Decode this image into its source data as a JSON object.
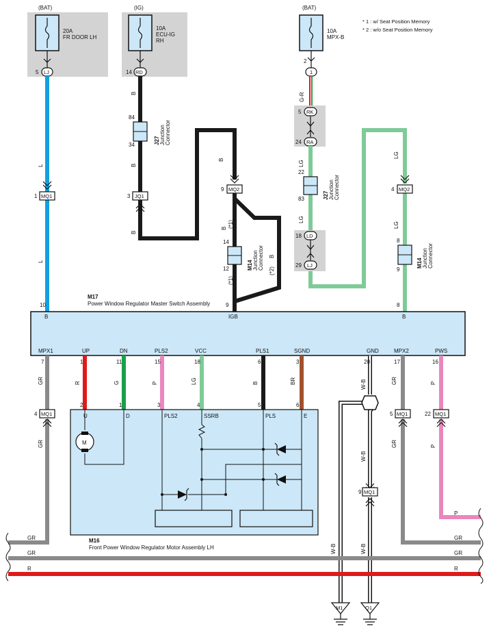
{
  "notes": [
    "* 1 : w/ Seat Position Memory",
    "* 2 : w/o Seat Position Memory"
  ],
  "fuses": [
    {
      "source": "(BAT)",
      "rating": "20A",
      "name": "FR DOOR LH",
      "pin": "5",
      "connector": "LJ"
    },
    {
      "source": "(IG)",
      "rating": "10A",
      "name": "ECU-IG RH",
      "name2": "RH",
      "name1": "ECU-IG",
      "pin": "14",
      "connector": "RD"
    },
    {
      "source": "(BAT)",
      "rating": "10A",
      "name": "MPX-B",
      "pin": "2",
      "connector": "1"
    }
  ],
  "junctions": {
    "j27_top": {
      "id": "J27",
      "desc": "Junction",
      "desc2": "Connector",
      "pin_top": "84",
      "pin_bottom": "34"
    },
    "m14_mid": {
      "id": "M14",
      "desc": "Junction",
      "desc2": "Connector",
      "pin_top": "14",
      "pin_bottom": "12"
    },
    "j27_right": {
      "id": "J27",
      "desc": "Junction",
      "desc2": "Connector",
      "pin_top": "22",
      "pin_bottom": "83"
    },
    "m14_right": {
      "id": "M14",
      "desc": "Junction",
      "desc2": "Connector",
      "pin_top": "8",
      "pin_bottom": "9"
    }
  },
  "connectors": {
    "mq1_left": {
      "pin": "1",
      "label": "MQ1"
    },
    "jq1": {
      "pin": "3",
      "label": "JQ1"
    },
    "mq2_mid": {
      "pin": "9",
      "label": "MQ2"
    },
    "rk": {
      "pin": "5",
      "label": "RK"
    },
    "ra": {
      "pin": "24",
      "label": "RA"
    },
    "ld": {
      "pin": "18",
      "label": "LD"
    },
    "lj": {
      "pin": "29",
      "label": "LJ"
    },
    "mq2_right": {
      "pin": "4",
      "label": "MQ2"
    },
    "mq1_gr": {
      "pin": "4",
      "label": "MQ1"
    },
    "mq1_mpx2": {
      "pin": "5",
      "label": "MQ1"
    },
    "mq1_pws": {
      "pin": "22",
      "label": "MQ1"
    },
    "mq1_gnd": {
      "pin": "9",
      "label": "MQ1"
    }
  },
  "wire_colors": {
    "l_top": "L",
    "l_mid": "L",
    "b1": "B",
    "b2": "B",
    "b3": "B",
    "b_mid1": "B",
    "b_mid2": "B",
    "b_star2": "B",
    "star1a": "(*1)",
    "star1b": "(*1)",
    "star2": "(*2)",
    "gr": "G-R",
    "lg1": "LG",
    "lg2": "LG",
    "lg3": "LG",
    "lg4": "LG"
  },
  "master_switch": {
    "id": "M17",
    "name": "Power Window Regulator Master Switch Assembly",
    "top_pins": [
      {
        "num": "10",
        "name": "B"
      },
      {
        "num": "9",
        "name": "IGB"
      },
      {
        "num": "8",
        "name": "B"
      }
    ],
    "bottom_pins": [
      {
        "num": "7",
        "name": "MPX1",
        "wire": "GR"
      },
      {
        "num": "1",
        "name": "UP",
        "wire": "R"
      },
      {
        "num": "11",
        "name": "DN",
        "wire": "G"
      },
      {
        "num": "15",
        "name": "PLS2",
        "wire": "P"
      },
      {
        "num": "18",
        "name": "VCC",
        "wire": "LG"
      },
      {
        "num": "6",
        "name": "PLS1",
        "wire": "B"
      },
      {
        "num": "3",
        "name": "SGND",
        "wire": "BR"
      },
      {
        "num": "20",
        "name": "GND",
        "wire": "W-B"
      },
      {
        "num": "17",
        "name": "MPX2",
        "wire": "GR"
      },
      {
        "num": "16",
        "name": "PWS",
        "wire": "P"
      }
    ]
  },
  "motor": {
    "id": "M16",
    "name": "Front Power Window Regulator Motor Assembly LH",
    "pins": [
      {
        "num": "2",
        "name": "U"
      },
      {
        "num": "1",
        "name": "D"
      },
      {
        "num": "3",
        "name": "PLS2"
      },
      {
        "num": "4",
        "name": "SSRB"
      },
      {
        "num": "5",
        "name": "PLS"
      },
      {
        "num": "6",
        "name": "E"
      }
    ],
    "motor_symbol": "M"
  },
  "lower_wires": {
    "gr_mpx1": "GR",
    "gr_mpx2": "GR",
    "p_pws": "P",
    "wb_gnd": "W-B",
    "wb_left": "W-B",
    "wb_right": "W-B"
  },
  "bus": [
    {
      "label": "GR",
      "label_right": "GR"
    },
    {
      "label": "GR",
      "label_right": "GR"
    },
    {
      "label": "R",
      "label_right": "R"
    }
  ],
  "grounds": [
    "M1",
    "Q1"
  ],
  "colors": {
    "blue": "#12a0e0",
    "black": "#1a1a1a",
    "lightgreen": "#7ecb97",
    "gray": "#8a8a8a",
    "red": "#e01919",
    "green": "#19a04a",
    "pink": "#ea86be",
    "brown": "#a0522d",
    "box_fill": "#cce7f7",
    "fuse_bg": "#d3d3d3"
  }
}
